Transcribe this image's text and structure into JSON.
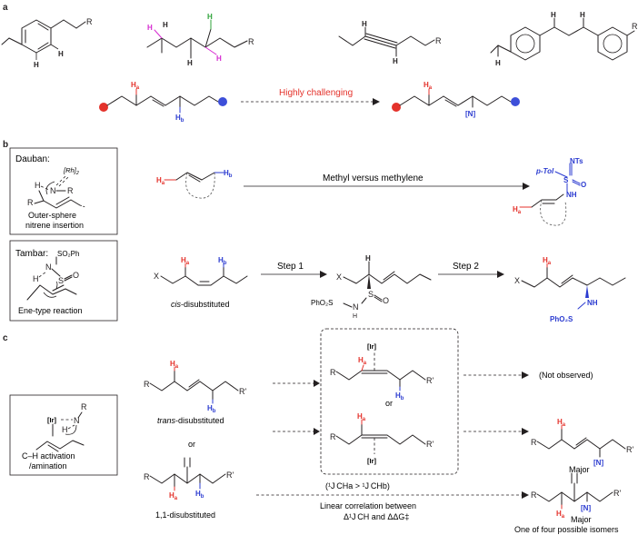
{
  "panels": {
    "a": "a",
    "b": "b",
    "c": "c"
  },
  "atoms": {
    "H": "H",
    "R": "R",
    "Rp": "R'",
    "X": "X",
    "N": "N",
    "S": "S",
    "O": "O",
    "Ha": "H",
    "Hb": "H",
    "sub_a": "a",
    "sub_b": "b",
    "N_bracket": "[N]",
    "Ir_bracket": "[Ir]",
    "Rh2": "[Rh]",
    "Rh2_sub": "2",
    "NTs": "NTs",
    "pTol": "p-Tol",
    "NH": "NH",
    "SO2Ph": "SO₂Ph",
    "PhO2S": "PhO₂S"
  },
  "panel_a": {
    "arrow_label": "Highly challenging"
  },
  "panel_b": {
    "dauban_title": "Dauban:",
    "dauban_caption_1": "Outer-sphere",
    "dauban_caption_2": "nitrene insertion",
    "dauban_arrow": "Methyl versus methylene",
    "tambar_title": "Tambar:",
    "tambar_caption": "Ene-type reaction",
    "cis_label_italic": "cis",
    "cis_label_rest": "-disubstituted",
    "step1": "Step 1",
    "step2": "Step 2"
  },
  "panel_c": {
    "caption_1": "C–H activation",
    "caption_2": "/amination",
    "trans_label_italic": "trans",
    "trans_label_rest": "-disubstituted",
    "or_1": "or",
    "or_2": "or",
    "disub_label": "1,1-disubstituted",
    "not_observed": "(Not observed)",
    "major_1": "Major",
    "major_2": "Major",
    "isomers": "One of four possible isomers",
    "coupling": "(¹J CHa > ¹J CHb)",
    "linear_1": "Linear correlation between",
    "linear_2": "Δ¹J CH and ΔΔG‡"
  },
  "colors": {
    "red": "#e4322b",
    "blue": "#2b3bd0",
    "green": "#2fa33a",
    "magenta": "#d62bd0"
  }
}
